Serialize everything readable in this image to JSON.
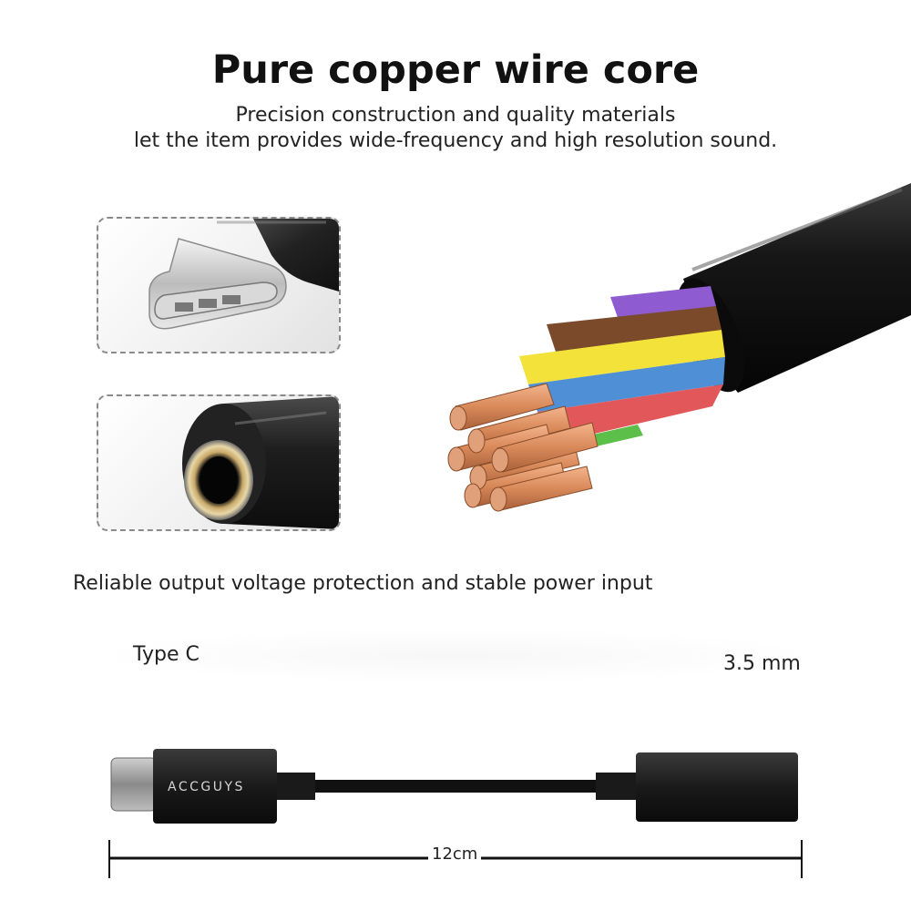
{
  "header": {
    "title": "Pure copper wire core",
    "subtitle_line1": "Precision construction and quality materials",
    "subtitle_line2": "let the item provides wide-frequency and high resolution sound."
  },
  "features": {
    "reliable_text": "Reliable output voltage protection and stable power input"
  },
  "product": {
    "typec_label": "Type C",
    "jack_label": "3.5 mm",
    "brand": "ACCGUYS",
    "length_label": "12cm"
  },
  "colors": {
    "copper": "#d98a5a",
    "jacket": "#1a1a1a",
    "wire_purple": "#8e5bd0",
    "wire_brown": "#7a4a2a",
    "wire_yellow": "#f2e23a",
    "wire_blue": "#4f8fd6",
    "wire_red": "#e2585a",
    "wire_green": "#5bbf4a"
  },
  "icons": [
    "usb-c-plug-icon",
    "audio-jack-icon",
    "copper-cable-icon",
    "adapter-cable-icon",
    "dimension-arrow-icon"
  ]
}
